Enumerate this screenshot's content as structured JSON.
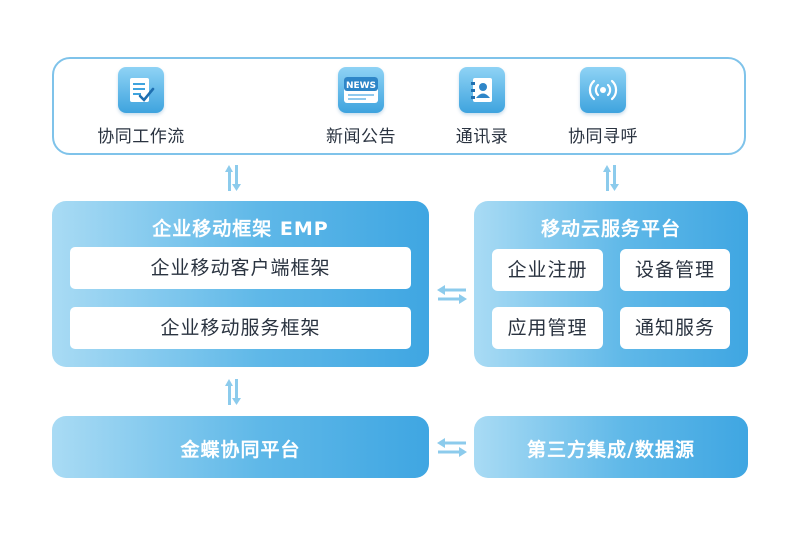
{
  "apps": [
    {
      "label": "协同工作流",
      "icon": "document-check-icon"
    },
    {
      "label": "新闻公告",
      "icon": "news-icon",
      "icon_text": "NEWS"
    },
    {
      "label": "通讯录",
      "icon": "contact-book-icon"
    },
    {
      "label": "协同寻呼",
      "icon": "broadcast-icon"
    }
  ],
  "emp": {
    "title": "企业移动框架 EMP",
    "client_framework": "企业移动客户端框架",
    "service_framework": "企业移动服务框架"
  },
  "cloud": {
    "title": "移动云服务平台",
    "services": [
      "企业注册",
      "设备管理",
      "应用管理",
      "通知服务"
    ]
  },
  "kingdee": {
    "title": "金蝶协同平台"
  },
  "thirdparty": {
    "title": "第三方集成/数据源"
  },
  "colors": {
    "accent_light": "#a9dbf4",
    "accent_dark": "#3fa6e2",
    "border": "#7fc3ea",
    "arrow": "#8ccbec"
  }
}
